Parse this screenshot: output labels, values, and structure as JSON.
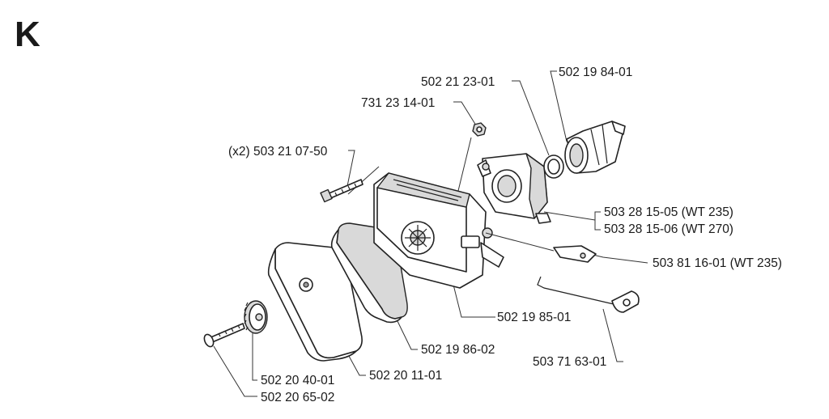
{
  "section": "K",
  "labels": {
    "carb_gasket": "502 21 23-01",
    "intake": "502 19 84-01",
    "nut": "731 23 14-01",
    "screws": "(x2) 503 21 07-50",
    "carb_235": "503 28 15-05 (WT 235)",
    "carb_270": "503 28 15-06 (WT 270)",
    "bracket": "503 81 16-01 (WT 235)",
    "housing": "502 19 85-01",
    "filter": "502 19 86-02",
    "rod": "503 71 63-01",
    "knob": "502 20 40-01",
    "cover": "502 20 11-01",
    "bolt": "502 20 65-02"
  }
}
